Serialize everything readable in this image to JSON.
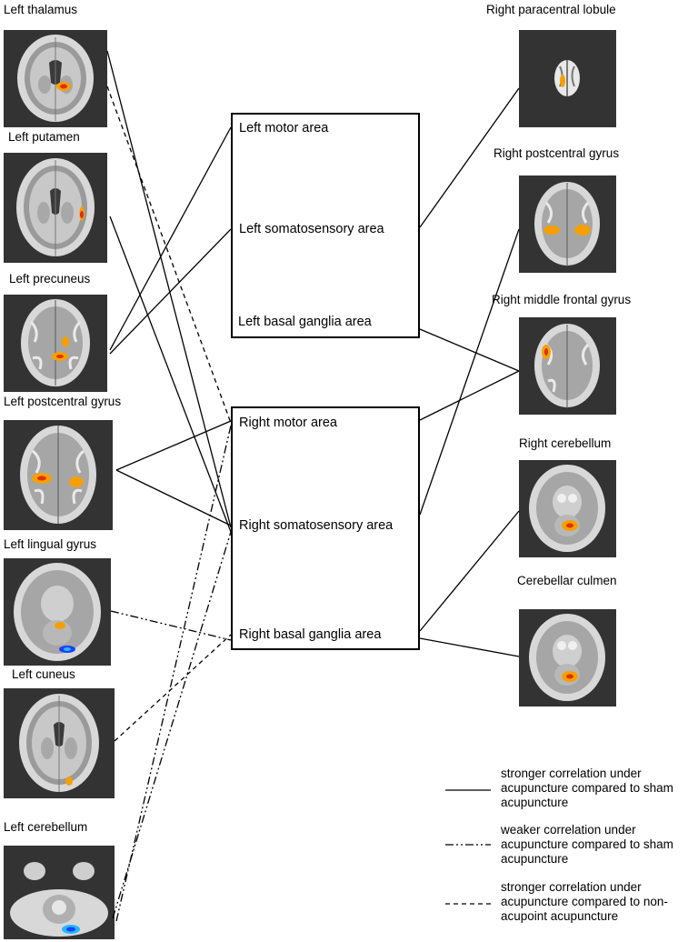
{
  "left_regions": [
    {
      "label": "Left thalamus",
      "type": "axial-brain",
      "blobs": "warm"
    },
    {
      "label": "Left putamen",
      "type": "axial-brain",
      "blobs": "warm"
    },
    {
      "label": "Left precuneus",
      "type": "axial-brain-upper",
      "blobs": "warm"
    },
    {
      "label": "Left postcentral gyrus",
      "type": "axial-brain-upper",
      "blobs": "warm"
    },
    {
      "label": "Left lingual gyrus",
      "type": "axial-brain-low",
      "blobs": "warm+cool"
    },
    {
      "label": "Left cuneus",
      "type": "axial-brain",
      "blobs": "warm"
    },
    {
      "label": "Left cerebellum",
      "type": "cerebellum",
      "blobs": "cool"
    }
  ],
  "right_regions": [
    {
      "label": "Right paracentral lobule",
      "type": "vertex",
      "blobs": "warm"
    },
    {
      "label": "Right postcentral gyrus",
      "type": "axial-brain-upper",
      "blobs": "warm"
    },
    {
      "label": "Right middle  frontal gyrus",
      "type": "axial-brain-upper",
      "blobs": "warm"
    },
    {
      "label": "Right cerebellum",
      "type": "axial-brain-low",
      "blobs": "warm"
    },
    {
      "label": "Cerebellar culmen",
      "type": "axial-brain-low",
      "blobs": "warm"
    }
  ],
  "boxes": {
    "left": [
      "Left motor area",
      "Left somatosensory area",
      "Left basal ganglia area"
    ],
    "right": [
      "Right motor area",
      "Right somatosensory area",
      "Right basal ganglia area"
    ]
  },
  "legend": [
    {
      "style": "solid",
      "text": "stronger correlation under acupuncture compared to sham acupuncture"
    },
    {
      "style": "dash-dot-dot",
      "text": "weaker correlation under acupuncture compared to sham acupuncture"
    },
    {
      "style": "dashed",
      "text": "stronger correlation under acupuncture compared to non-acupoint acupuncture"
    }
  ],
  "colors": {
    "thumb_bg": "#333333",
    "warm": "#f5a000",
    "warm_core": "#e03000",
    "cool": "#1a40ff",
    "cool_light": "#22b8ff"
  }
}
